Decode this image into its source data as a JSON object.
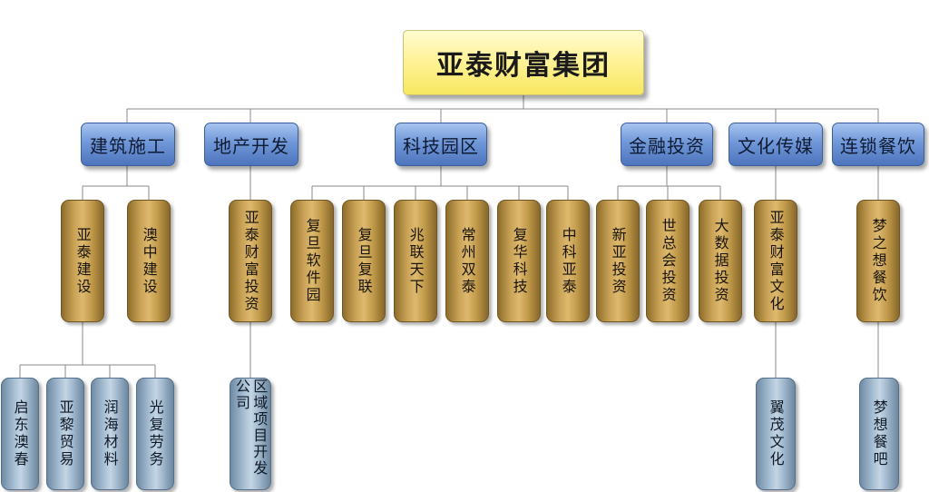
{
  "root": "亚泰财富集团",
  "categories": {
    "construction": "建筑施工",
    "realestate": "地产开发",
    "techpark": "科技园区",
    "finance": "金融投资",
    "culture": "文化传媒",
    "catering": "连锁餐饮"
  },
  "companies": {
    "yatai_jianshe": "亚泰建设",
    "aozhong_jianshe": "澳中建设",
    "yatai_caifu_touzi": "亚泰财富投资",
    "fudan_ruanjianyuan": "复旦软件园",
    "fudan_fulian": "复旦复联",
    "zhaolian_tianxia": "兆联天下",
    "changzhou_shuangtai": "常州双泰",
    "fuhua_keji": "复华科技",
    "zhongke_yatai": "中科亚泰",
    "xinya_touzi": "新亚投资",
    "shizonghui_touzi": "世总会投资",
    "dashuju_touzi": "大数据投资",
    "yatai_caifu_wenhua": "亚泰财富文化",
    "mengzhixiang_canyin": "梦之想餐饮"
  },
  "subsidiaries": {
    "qidong_aochun": "启东澳春",
    "yali_maoyi": "亚黎贸易",
    "runhai_cailiao": "润海材料",
    "guangfu_laowu": "光复劳务",
    "quyu_xiangmu_kaifa": "区域项目开发公司",
    "yimao_wenhua": "翼茂文化",
    "mengxiang_canba": "梦想餐吧"
  }
}
